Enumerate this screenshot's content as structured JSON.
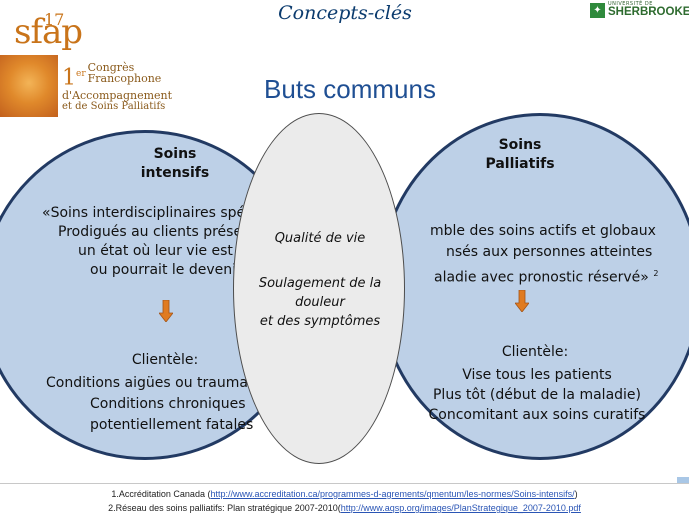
{
  "header": {
    "logo_number": "17",
    "logo_acronym": "sfap",
    "congress_ordinal": "1",
    "congress_ordinal_suffix": "er",
    "congress_lines": [
      "Congrès",
      "Francophone",
      "d'Accompagnement",
      "et de Soins Palliatifs"
    ],
    "concepts_title": "Concepts-clés",
    "university_small": "UNIVERSITÉ DE",
    "university_name": "SHERBROOKE"
  },
  "main_title": "Buts communs",
  "left": {
    "heading_1": "Soins",
    "heading_2": "intensifs",
    "definition": [
      "«Soins interdisciplinaires spé",
      "Prodigués au clients prése",
      "un état où leur vie est me",
      "ou pourrait le deveni"
    ],
    "clientele_label": "Clientèle:",
    "clientele_lines": [
      "Conditions aigües ou trauma",
      "Conditions chroniques",
      "potentiellement fatales"
    ]
  },
  "center": {
    "line_1": "Qualité de vie",
    "line_2": "Soulagement de la",
    "line_3": "douleur",
    "line_4": "et des symptômes"
  },
  "right": {
    "heading_1": "Soins",
    "heading_2": "Palliatifs",
    "definition": [
      "mble des soins actifs et globaux",
      "nsés aux personnes atteintes",
      "aladie avec pronostic réservé»"
    ],
    "definition_sup": "2",
    "clientele_label": "Clientèle:",
    "clientele_lines": [
      "Vise tous les patients",
      "Plus tôt (début de la maladie)",
      "Concomitant aux soins curatifs"
    ]
  },
  "colors": {
    "circle_fill": "#bdd0e7",
    "circle_border": "#223a63",
    "oval_fill": "#ebebeb",
    "arrow": "#e07b21",
    "title": "#1f4f93"
  },
  "footer": {
    "ref1_text": "1.Accréditation Canada (",
    "ref1_link": "http://www.accreditation.ca/programmes-d-agrements/qmentum/les-normes/Soins-intensifs/",
    "ref1_end": ")",
    "ref2_text": "2.Réseau des soins palliatifs: Plan stratégique 2007-2010(",
    "ref2_link": "http://www.aqsp.org/images/PlanStrategique_2007-2010.pdf"
  }
}
